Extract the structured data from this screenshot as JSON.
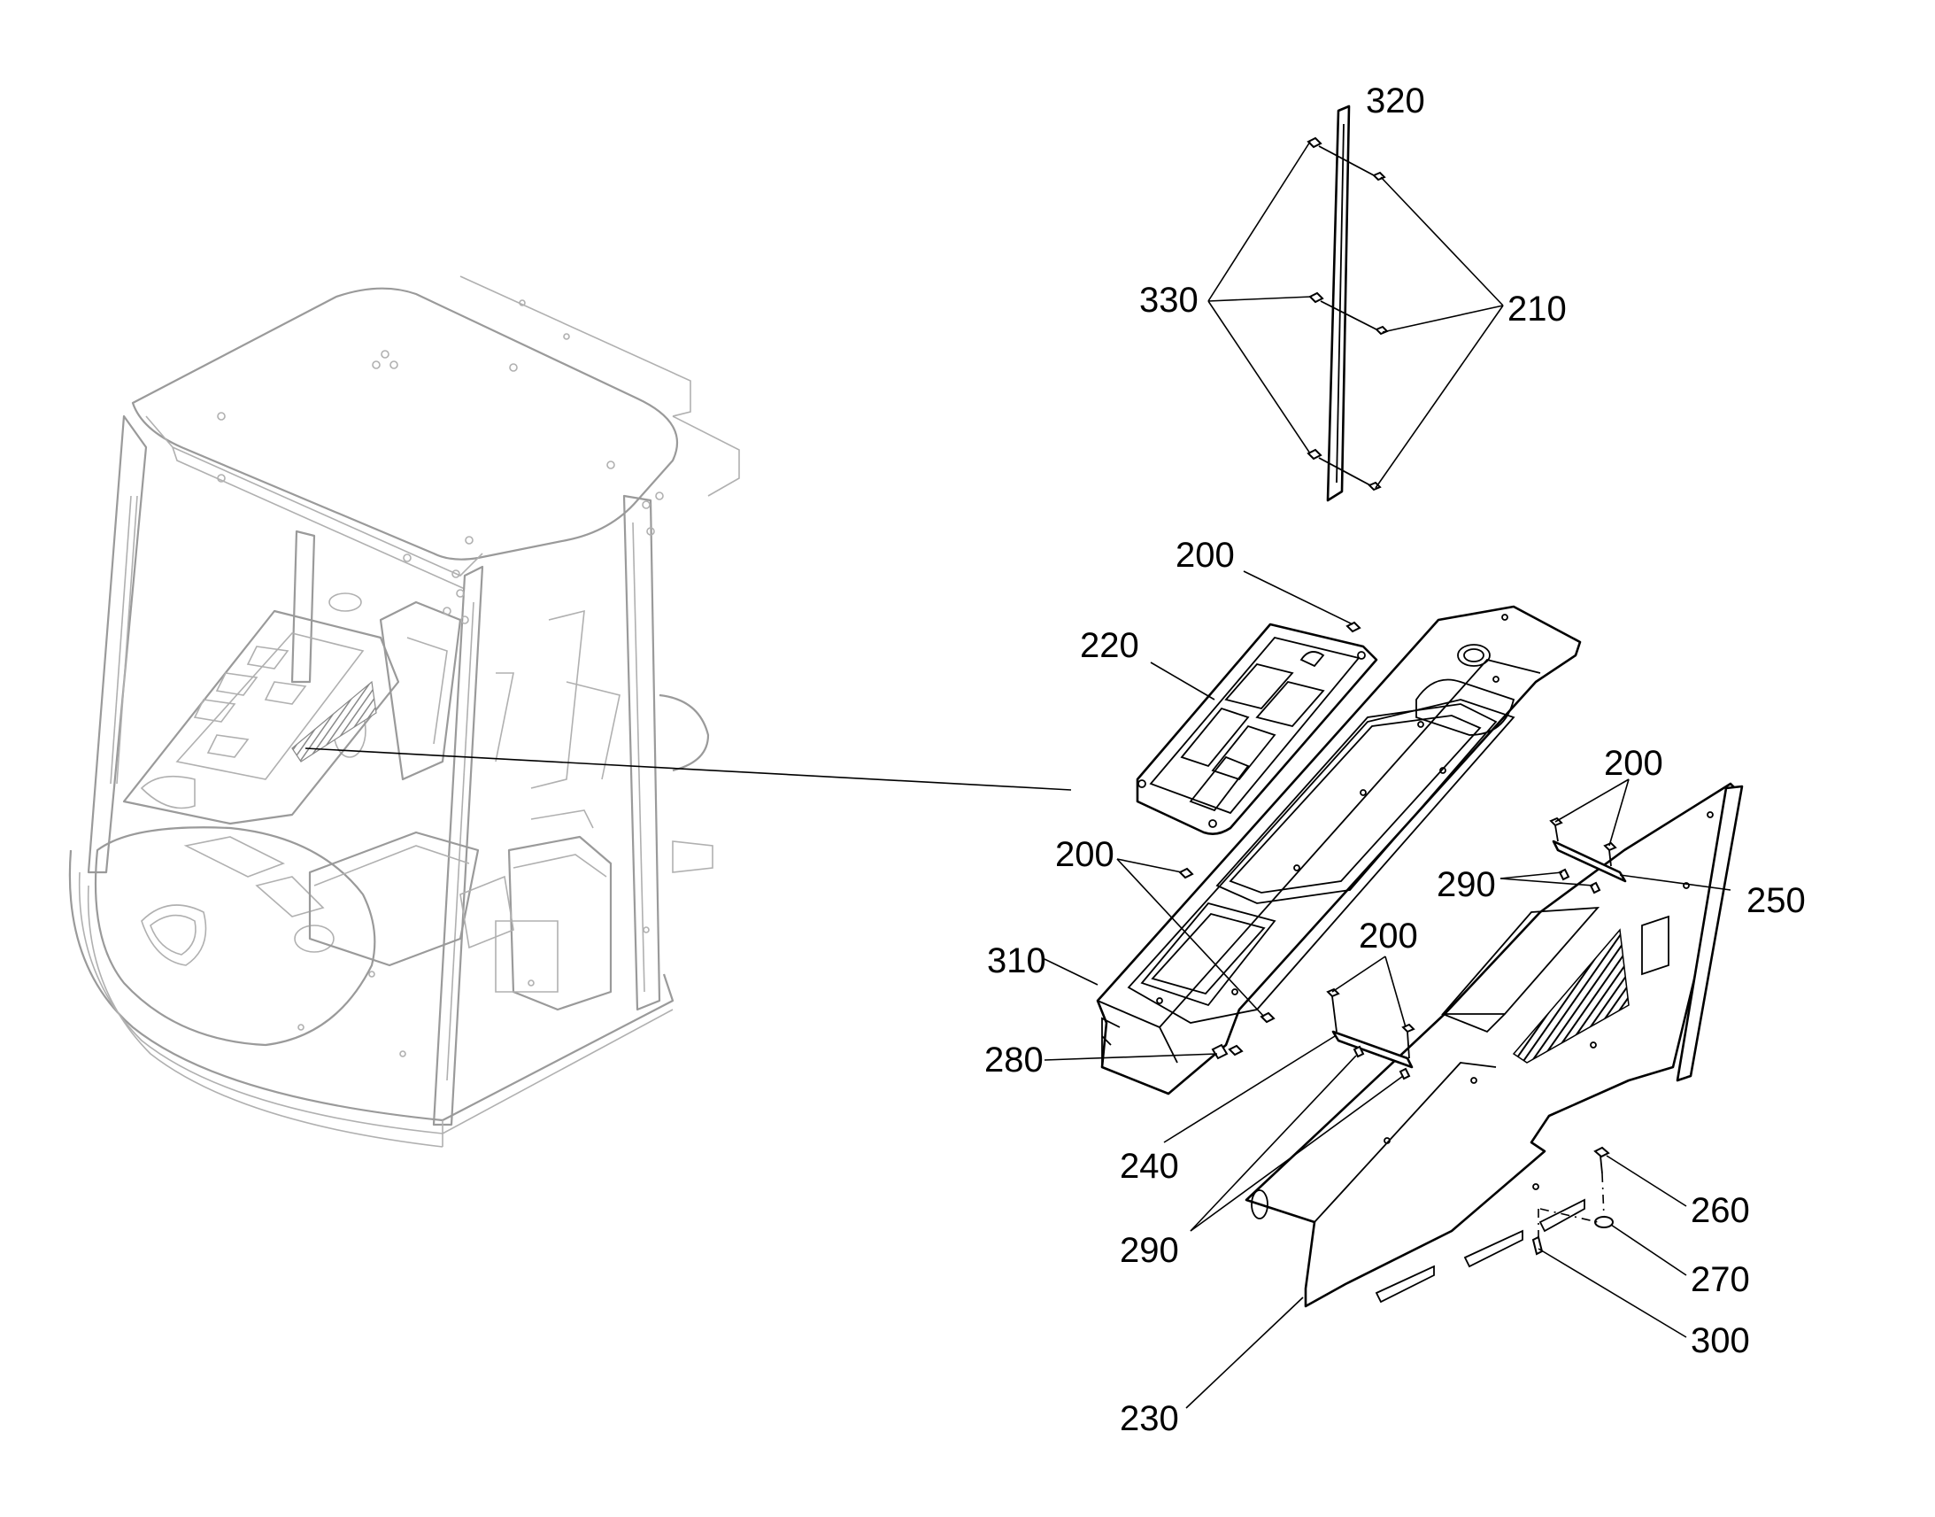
{
  "callouts": {
    "c320": "320",
    "c330": "330",
    "c210": "210",
    "c200_a": "200",
    "c220": "220",
    "c200_b": "200",
    "c200_c": "200",
    "c290_a": "290",
    "c250": "250",
    "c310": "310",
    "c200_d": "200",
    "c280": "280",
    "c240": "240",
    "c290_b": "290",
    "c260": "260",
    "c270": "270",
    "c300": "300",
    "c230": "230"
  },
  "colors": {
    "cab_outline": "#9a9a9a",
    "part_outline": "#000000",
    "background": "#ffffff"
  }
}
